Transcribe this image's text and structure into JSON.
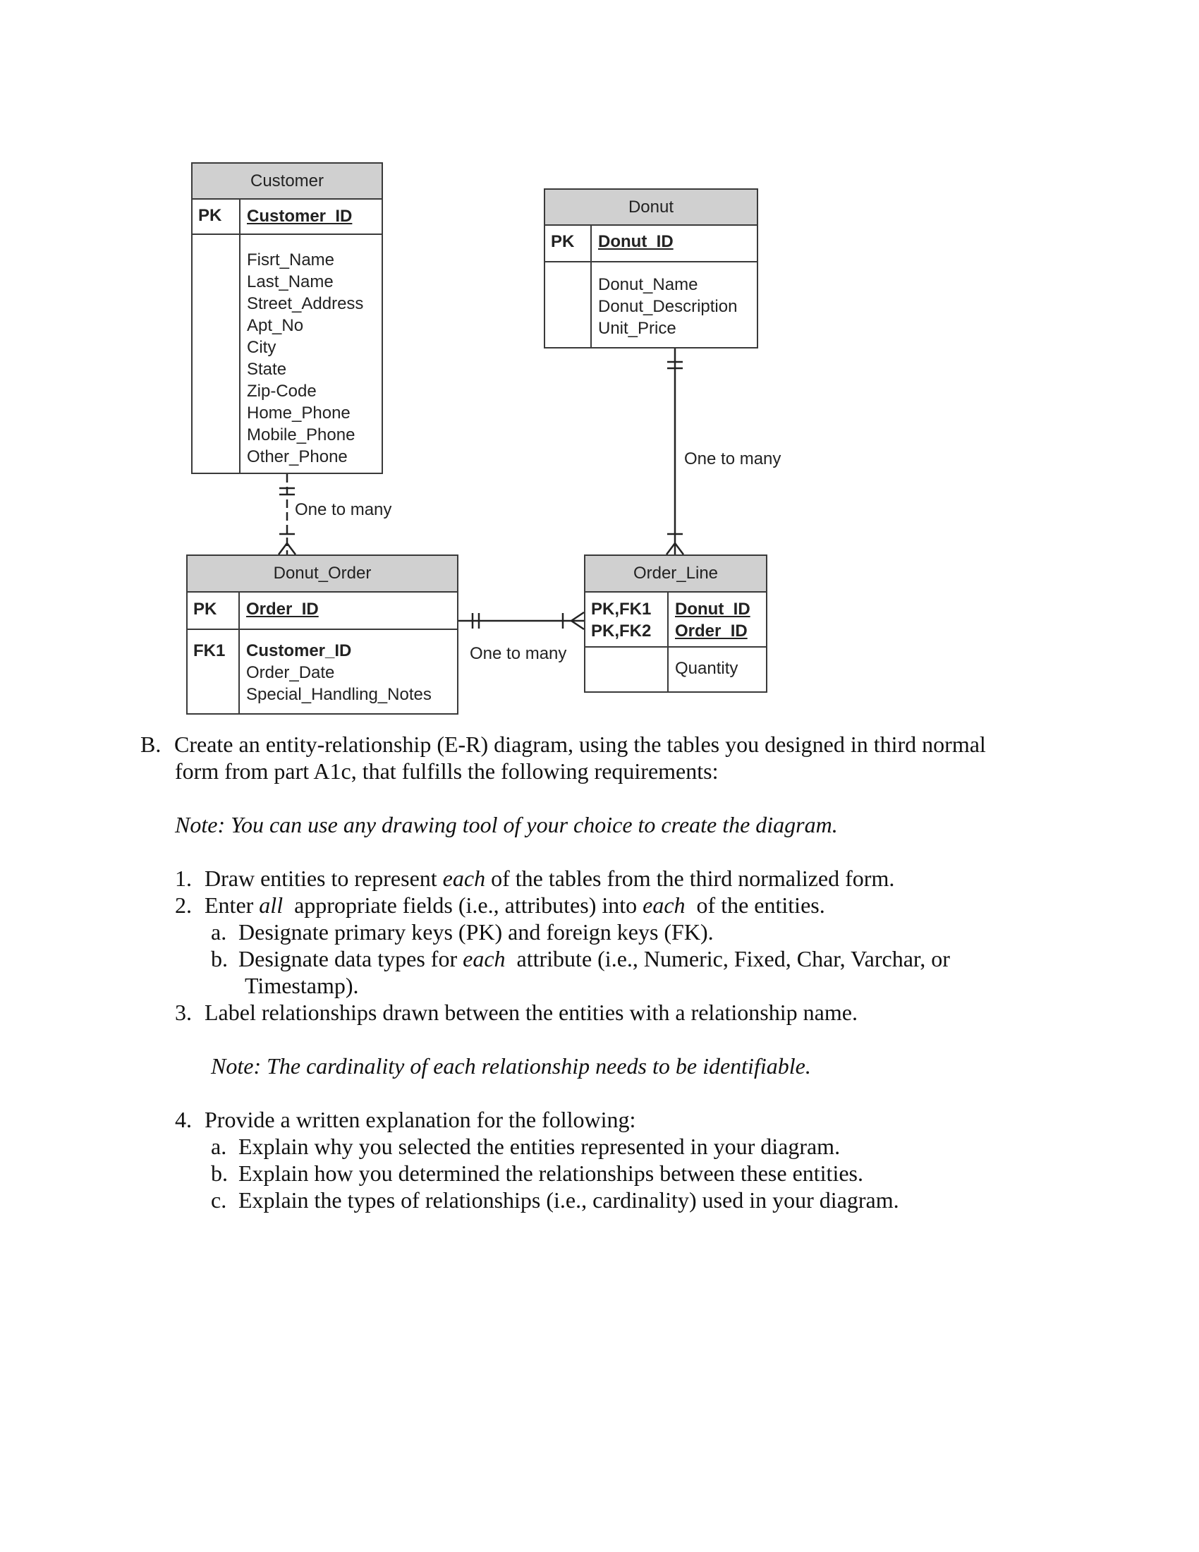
{
  "diagram": {
    "entities": {
      "customer": {
        "title": "Customer",
        "pk_label": "PK",
        "pk_field": "Customer_ID",
        "fields": [
          "Fisrt_Name",
          "Last_Name",
          "Street_Address",
          "Apt_No",
          "City",
          "State",
          "Zip-Code",
          "Home_Phone",
          "Mobile_Phone",
          "Other_Phone"
        ]
      },
      "donut": {
        "title": "Donut",
        "pk_label": "PK",
        "pk_field": "Donut_ID",
        "fields": [
          "Donut_Name",
          "Donut_Description",
          "Unit_Price"
        ]
      },
      "donut_order": {
        "title": "Donut_Order",
        "pk_label": "PK",
        "pk_field": "Order_ID",
        "fk_label": "FK1",
        "fk_field": "Customer_ID",
        "fields": [
          "Order_Date",
          "Special_Handling_Notes"
        ]
      },
      "order_line": {
        "title": "Order_Line",
        "pk_labels": [
          "PK,FK1",
          "PK,FK2"
        ],
        "pk_fields": [
          "Donut_ID",
          "Order_ID"
        ],
        "fields": [
          "Quantity"
        ]
      }
    },
    "relationships": [
      {
        "from": "Customer",
        "to": "Donut_Order",
        "label": "One to many"
      },
      {
        "from": "Donut",
        "to": "Order_Line",
        "label": "One to many"
      },
      {
        "from": "Donut_Order",
        "to": "Order_Line",
        "label": "One to many"
      }
    ]
  },
  "document": {
    "section_marker": "B.",
    "section_text_1": "Create an entity-relationship (E-R) diagram, using the tables you designed in third normal",
    "section_text_2": "form from part A1c, that fulfills the following requirements:",
    "note_1": "Note: You can use any drawing tool of your choice to create the diagram.",
    "items": {
      "i1_num": "1.",
      "i1_a": "Draw entities to represent ",
      "i1_em": "each",
      "i1_b": " of the tables from the third normalized form.",
      "i2_num": "2.",
      "i2_a": "Enter ",
      "i2_em1": "all",
      "i2_b": "  appropriate fields (i.e., attributes) into ",
      "i2_em2": "each",
      "i2_c": "  of the entities.",
      "i2a_num": "a.",
      "i2a_text": "Designate primary keys (PK) and foreign keys (FK).",
      "i2b_num": "b.",
      "i2b_a": "Designate data types for ",
      "i2b_em": "each",
      "i2b_b": "  attribute (i.e., Numeric, Fixed, Char, Varchar, or",
      "i2b_c": "Timestamp).",
      "i3_num": "3.",
      "i3_text": "Label relationships drawn between the entities with a relationship name.",
      "note_2": "Note: The cardinality of each relationship needs to be identifiable.",
      "i4_num": "4.",
      "i4_text": "Provide a written explanation for the following:",
      "i4a_num": "a.",
      "i4a_text": "Explain why you selected the entities represented in your diagram.",
      "i4b_num": "b.",
      "i4b_text": "Explain how you determined the relationships between these entities.",
      "i4c_num": "c.",
      "i4c_text": "Explain the types of relationships (i.e., cardinality) used in your diagram."
    }
  }
}
